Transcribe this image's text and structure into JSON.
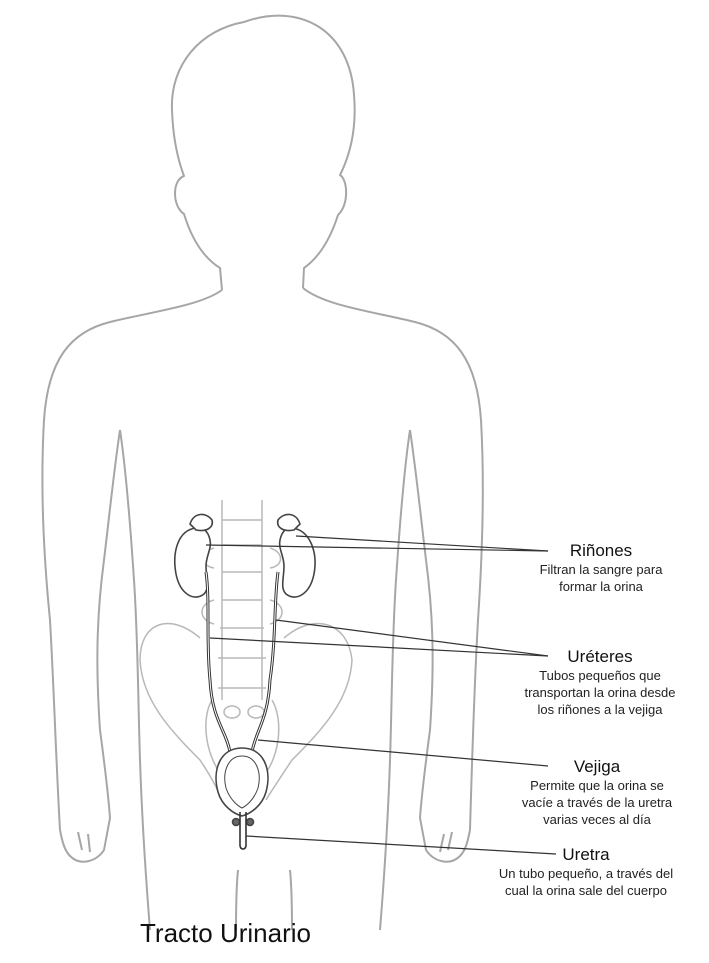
{
  "title": "Tracto Urinario",
  "labels": {
    "rinones": {
      "name": "Riñones",
      "desc": "Filtran la sangre para\nformar la orina"
    },
    "ureteres": {
      "name": "Uréteres",
      "desc": "Tubos pequeños que\ntransportan la orina desde\nlos riñones a la vejiga"
    },
    "vejiga": {
      "name": "Vejiga",
      "desc": "Permite que la orina se\nvacíe a través de la uretra\nvarias veces al día"
    },
    "uretra": {
      "name": "Uretra",
      "desc": "Un tubo pequeño, a través del\ncual la orina sale del cuerpo"
    }
  },
  "colors": {
    "outline": "#a6a6a6",
    "organ": "#444444",
    "leader": "#333333"
  }
}
